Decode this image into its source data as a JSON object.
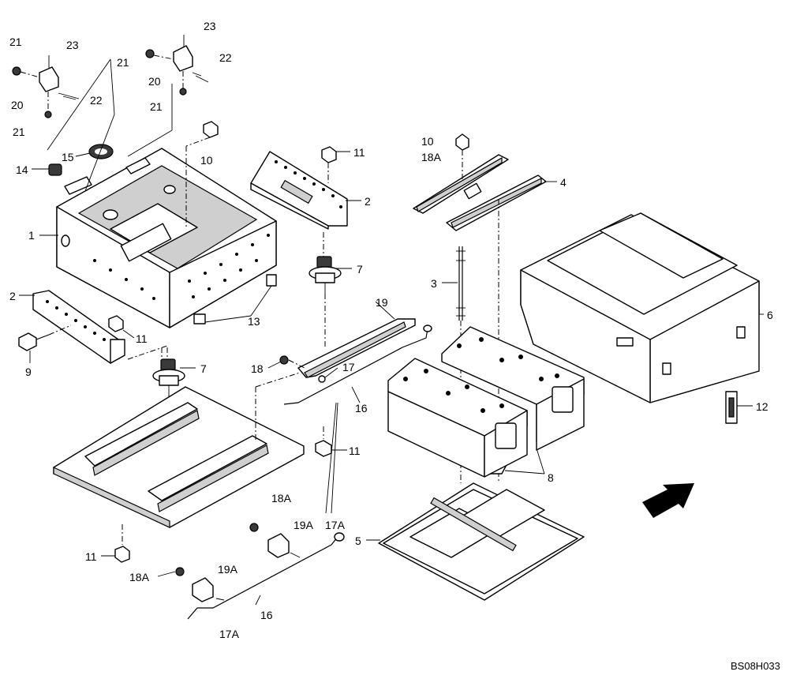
{
  "labels": {
    "l1": "1",
    "l2a": "2",
    "l2b": "2",
    "l3": "3",
    "l4": "4",
    "l5": "5",
    "l6": "6",
    "l7a": "7",
    "l7b": "7",
    "l8": "8",
    "l9": "9",
    "l10a": "10",
    "l10b": "10",
    "l11a": "11",
    "l11b": "11",
    "l11c": "11",
    "l11d": "11",
    "l12": "12",
    "l13": "13",
    "l14": "14",
    "l15": "15",
    "l16a": "16",
    "l16b": "16",
    "l17": "17",
    "l17a1": "17A",
    "l17a2": "17A",
    "l18": "18",
    "l18a1": "18A",
    "l18a2": "18A",
    "l18a3": "18A",
    "l19": "19",
    "l19a1": "19A",
    "l19a2": "19A",
    "l20a": "20",
    "l20b": "20",
    "l21a": "21",
    "l21b": "21",
    "l21c": "21",
    "l21d": "21",
    "l22a": "22",
    "l22b": "22",
    "l23a": "23",
    "l23b": "23"
  },
  "reference_code": "BS08H033",
  "icons": {
    "direction": "arrow-icon"
  }
}
